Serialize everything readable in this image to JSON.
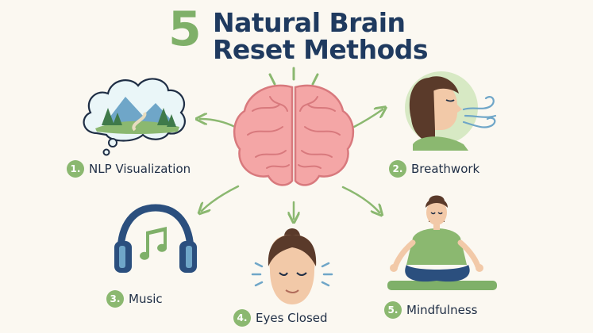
{
  "title": {
    "number": "5",
    "line1": "Natural Brain",
    "line2": "Reset Methods"
  },
  "methods": [
    {
      "num": "1.",
      "label": "NLP Visualization",
      "icon": "thought-cloud-landscape-icon"
    },
    {
      "num": "2.",
      "label": "Breathwork",
      "icon": "breathing-person-icon"
    },
    {
      "num": "3.",
      "label": "Music",
      "icon": "headphones-music-icon"
    },
    {
      "num": "4.",
      "label": "Eyes Closed",
      "icon": "eyes-closed-face-icon"
    },
    {
      "num": "5.",
      "label": "Mindfulness",
      "icon": "meditating-person-icon"
    }
  ],
  "center_icon": "brain-icon",
  "colors": {
    "accent_green": "#7fb069",
    "title_navy": "#1f3a5f",
    "brain_pink": "#f4a6a6",
    "headphone_blue": "#2b4f7e",
    "background": "#fbf8f1"
  }
}
